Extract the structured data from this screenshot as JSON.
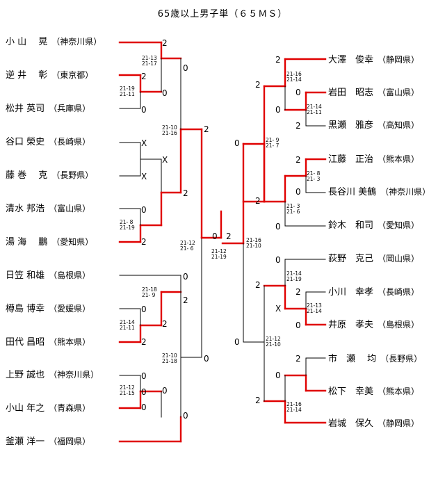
{
  "title": "65歳以上男子単（６５ＭＳ）",
  "colors": {
    "line": "#000000",
    "win": "#e00000"
  },
  "left_players": [
    {
      "name": "小 山　 晃",
      "pref": "（神奈川県）"
    },
    {
      "name": "逆 井　 彰",
      "pref": "（東京都）"
    },
    {
      "name": "松井 英司",
      "pref": "（兵庫県）"
    },
    {
      "name": "谷口 榮史",
      "pref": "（長崎県）"
    },
    {
      "name": "藤 巻　 克",
      "pref": "（長野県）"
    },
    {
      "name": "清水 邦浩",
      "pref": "（富山県）"
    },
    {
      "name": "湯 海　 鵬",
      "pref": "（愛知県）"
    },
    {
      "name": "日笠 和雄",
      "pref": "（島根県）"
    },
    {
      "name": "樽島 博幸",
      "pref": "（愛媛県）"
    },
    {
      "name": "田代 昌昭",
      "pref": "（熊本県）"
    },
    {
      "name": "上野 誠也",
      "pref": "（神奈川県）"
    },
    {
      "name": "小山 年之",
      "pref": "（青森県）"
    },
    {
      "name": "釜瀬 洋一",
      "pref": "（福岡県）"
    }
  ],
  "right_players": [
    {
      "name": "大澤　俊幸",
      "pref": "（静岡県）"
    },
    {
      "name": "岩田　昭志",
      "pref": "（富山県）"
    },
    {
      "name": "黒瀬　雅彦",
      "pref": "（高知県）"
    },
    {
      "name": "江藤　正治",
      "pref": "（熊本県）"
    },
    {
      "name": "長谷川 美鶴",
      "pref": "（神奈川県）"
    },
    {
      "name": "鈴木　和司",
      "pref": "（愛知県）"
    },
    {
      "name": "荻野　克己",
      "pref": "（岡山県）"
    },
    {
      "name": "小川　幸孝",
      "pref": "（長崎県）"
    },
    {
      "name": "井原　孝夫",
      "pref": "（島根県）"
    },
    {
      "name": "市　瀬　 均",
      "pref": "（長野県）"
    },
    {
      "name": "松下　幸美",
      "pref": "（熊本県）"
    },
    {
      "name": "岩城　保久",
      "pref": "（静岡県）"
    }
  ],
  "scores": [
    "2",
    "2",
    "0",
    "0",
    "0",
    "X",
    "X",
    "X",
    "0",
    "2",
    "2",
    "0",
    "0",
    "2",
    "2",
    "0",
    "0",
    "2",
    "0",
    "2",
    "0",
    "0",
    "0",
    "2",
    "2",
    "0",
    "0",
    "2",
    "0",
    "2",
    "0",
    "2",
    "0",
    "0",
    "2",
    "2",
    "X",
    "0",
    "0",
    "2",
    "0",
    "2",
    "0",
    "2"
  ],
  "game_scores": [
    "21-13\n21-17",
    "21-19\n21-11",
    "21-10\n21-16",
    "21- 8\n21-19",
    "21-18\n21- 9",
    "21-14\n21-11",
    "21-12\n21-15",
    "21-10\n21-18",
    "21-12\n21- 6",
    "21-12\n21-19",
    "21-16\n21-14",
    "21-14\n21-11",
    "21- 9\n21- 7",
    "21- 8\n21- 3",
    "21- 3\n21- 6",
    "21-16\n21-10",
    "21-14\n21-19",
    "21-13\n21-14",
    "21-12\n21-10",
    "21-16\n21-14"
  ]
}
